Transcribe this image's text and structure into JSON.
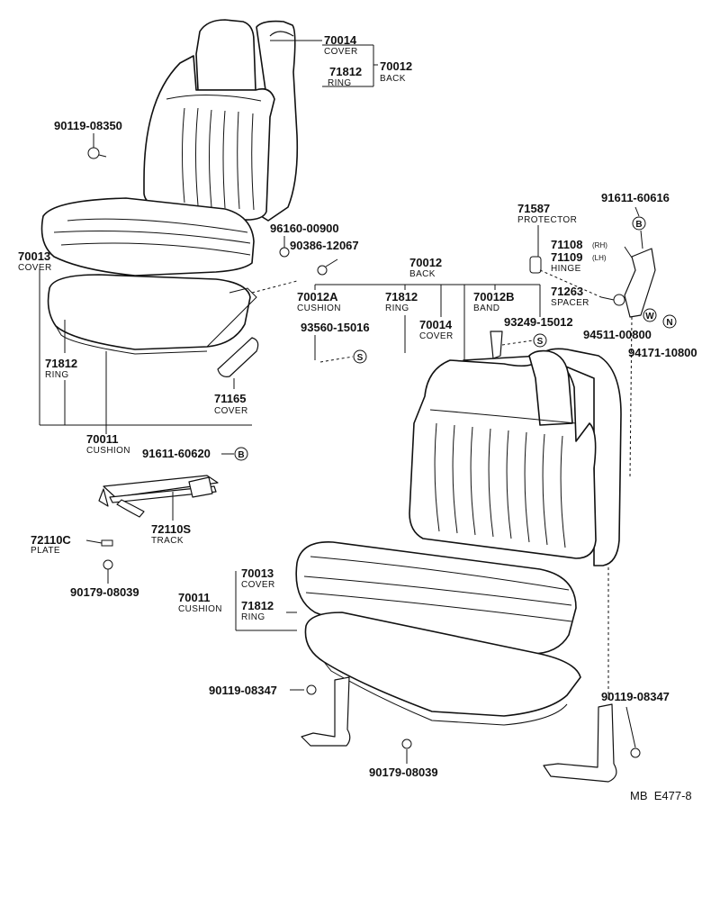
{
  "labels": {
    "p70014_top": {
      "part": "70014",
      "name": "COVER"
    },
    "p71812_top": {
      "part": "71812",
      "name": "RING"
    },
    "p70012_top": {
      "part": "70012",
      "name": "BACK"
    },
    "p90119_08350": {
      "part": "90119-08350"
    },
    "p96160_00900": {
      "part": "96160-00900"
    },
    "p90386_12067": {
      "part": "90386-12067"
    },
    "p70013_left": {
      "part": "70013",
      "name": "COVER"
    },
    "p71812_left": {
      "part": "71812",
      "name": "RING"
    },
    "p71165": {
      "part": "71165",
      "name": "COVER"
    },
    "p70011_left": {
      "part": "70011",
      "name": "CUSHION"
    },
    "p91611_60620": {
      "part": "91611-60620"
    },
    "p72110S": {
      "part": "72110S",
      "name": "TRACK"
    },
    "p72110C": {
      "part": "72110C",
      "name": "PLATE"
    },
    "p90179_08039_left": {
      "part": "90179-08039"
    },
    "p70012_mid": {
      "part": "70012",
      "name": "BACK"
    },
    "p70012A": {
      "part": "70012A",
      "name": "CUSHION"
    },
    "p71812_mid": {
      "part": "71812",
      "name": "RING"
    },
    "p70012B": {
      "part": "70012B",
      "name": "BAND"
    },
    "p70014_mid": {
      "part": "70014",
      "name": "COVER"
    },
    "p93560_15016": {
      "part": "93560-15016"
    },
    "p93249_15012": {
      "part": "93249-15012"
    },
    "p71587": {
      "part": "71587",
      "name": "PROTECTOR"
    },
    "p91611_60616": {
      "part": "91611-60616"
    },
    "p71108": {
      "part": "71108",
      "side": "(RH)"
    },
    "p71109": {
      "part": "71109",
      "side": "(LH)",
      "name": "HINGE"
    },
    "p71263": {
      "part": "71263",
      "name": "SPACER"
    },
    "p94511_00800": {
      "part": "94511-00800"
    },
    "p94171_10800": {
      "part": "94171-10800"
    },
    "p70013_right": {
      "part": "70013",
      "name": "COVER"
    },
    "p70011_right": {
      "part": "70011",
      "name": "CUSHION"
    },
    "p71812_right": {
      "part": "71812",
      "name": "RING"
    },
    "p90119_08347_left": {
      "part": "90119-08347"
    },
    "p90119_08347_right": {
      "part": "90119-08347"
    },
    "p90179_08039_bottom": {
      "part": "90179-08039"
    }
  },
  "markers": {
    "B": "B",
    "S": "S",
    "W": "W",
    "N": "N"
  },
  "footer": {
    "code": "MB  E477-8"
  }
}
